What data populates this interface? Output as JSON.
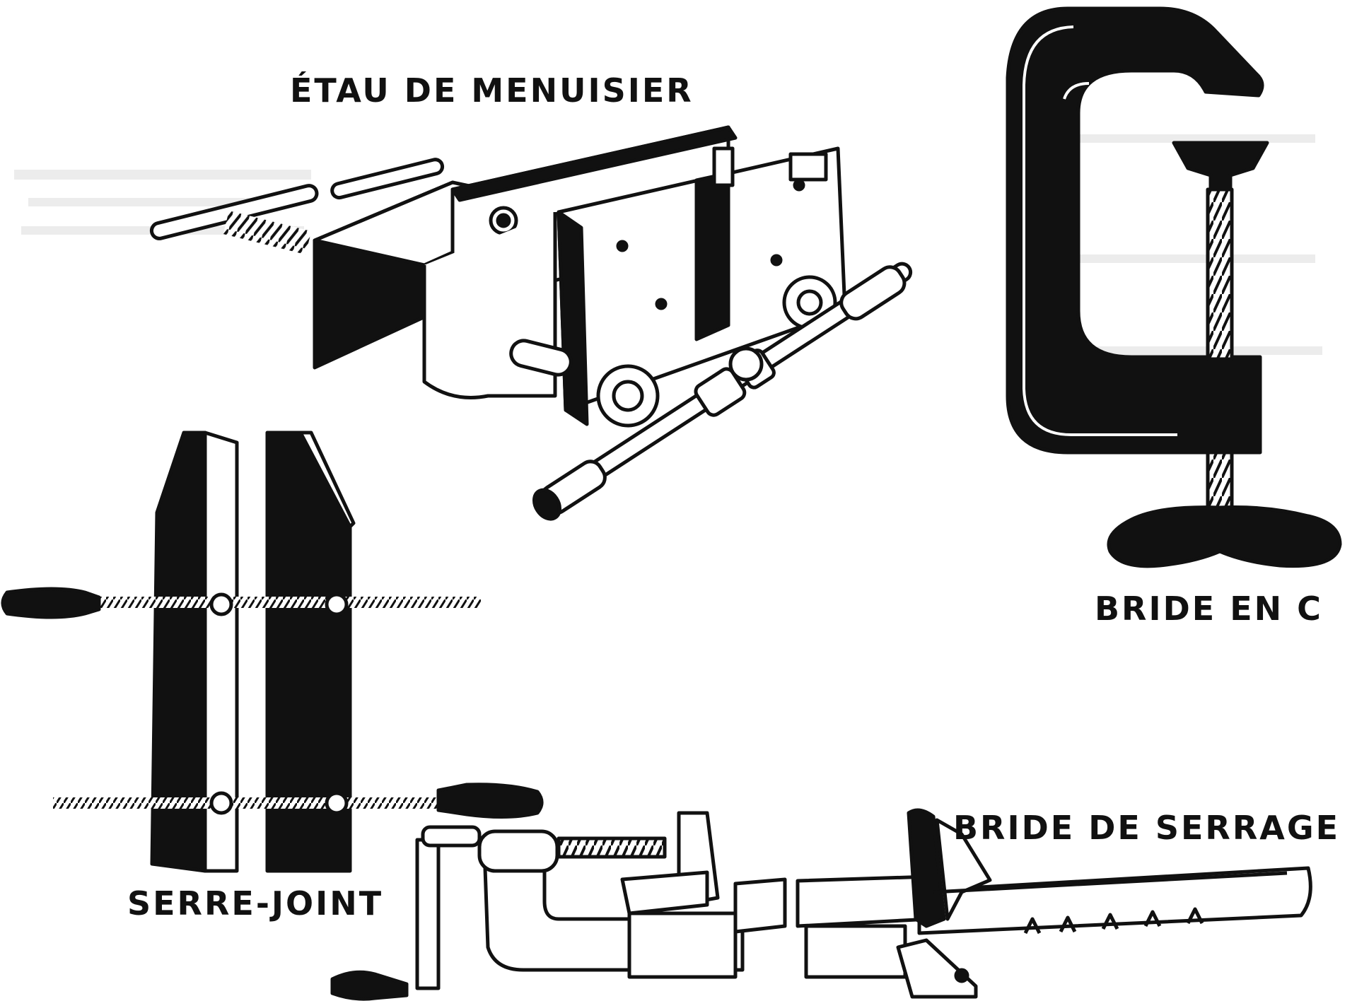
{
  "labels": {
    "etau": "ÉTAU DE MENUISIER",
    "bride_c": "BRIDE EN C",
    "serre_joint": "SERRE-JOINT",
    "bride_serrage": "BRIDE DE SERRAGE"
  },
  "colors": {
    "ink": "#111111",
    "paper": "#ffffff",
    "ghost": "#e8e8e8"
  }
}
